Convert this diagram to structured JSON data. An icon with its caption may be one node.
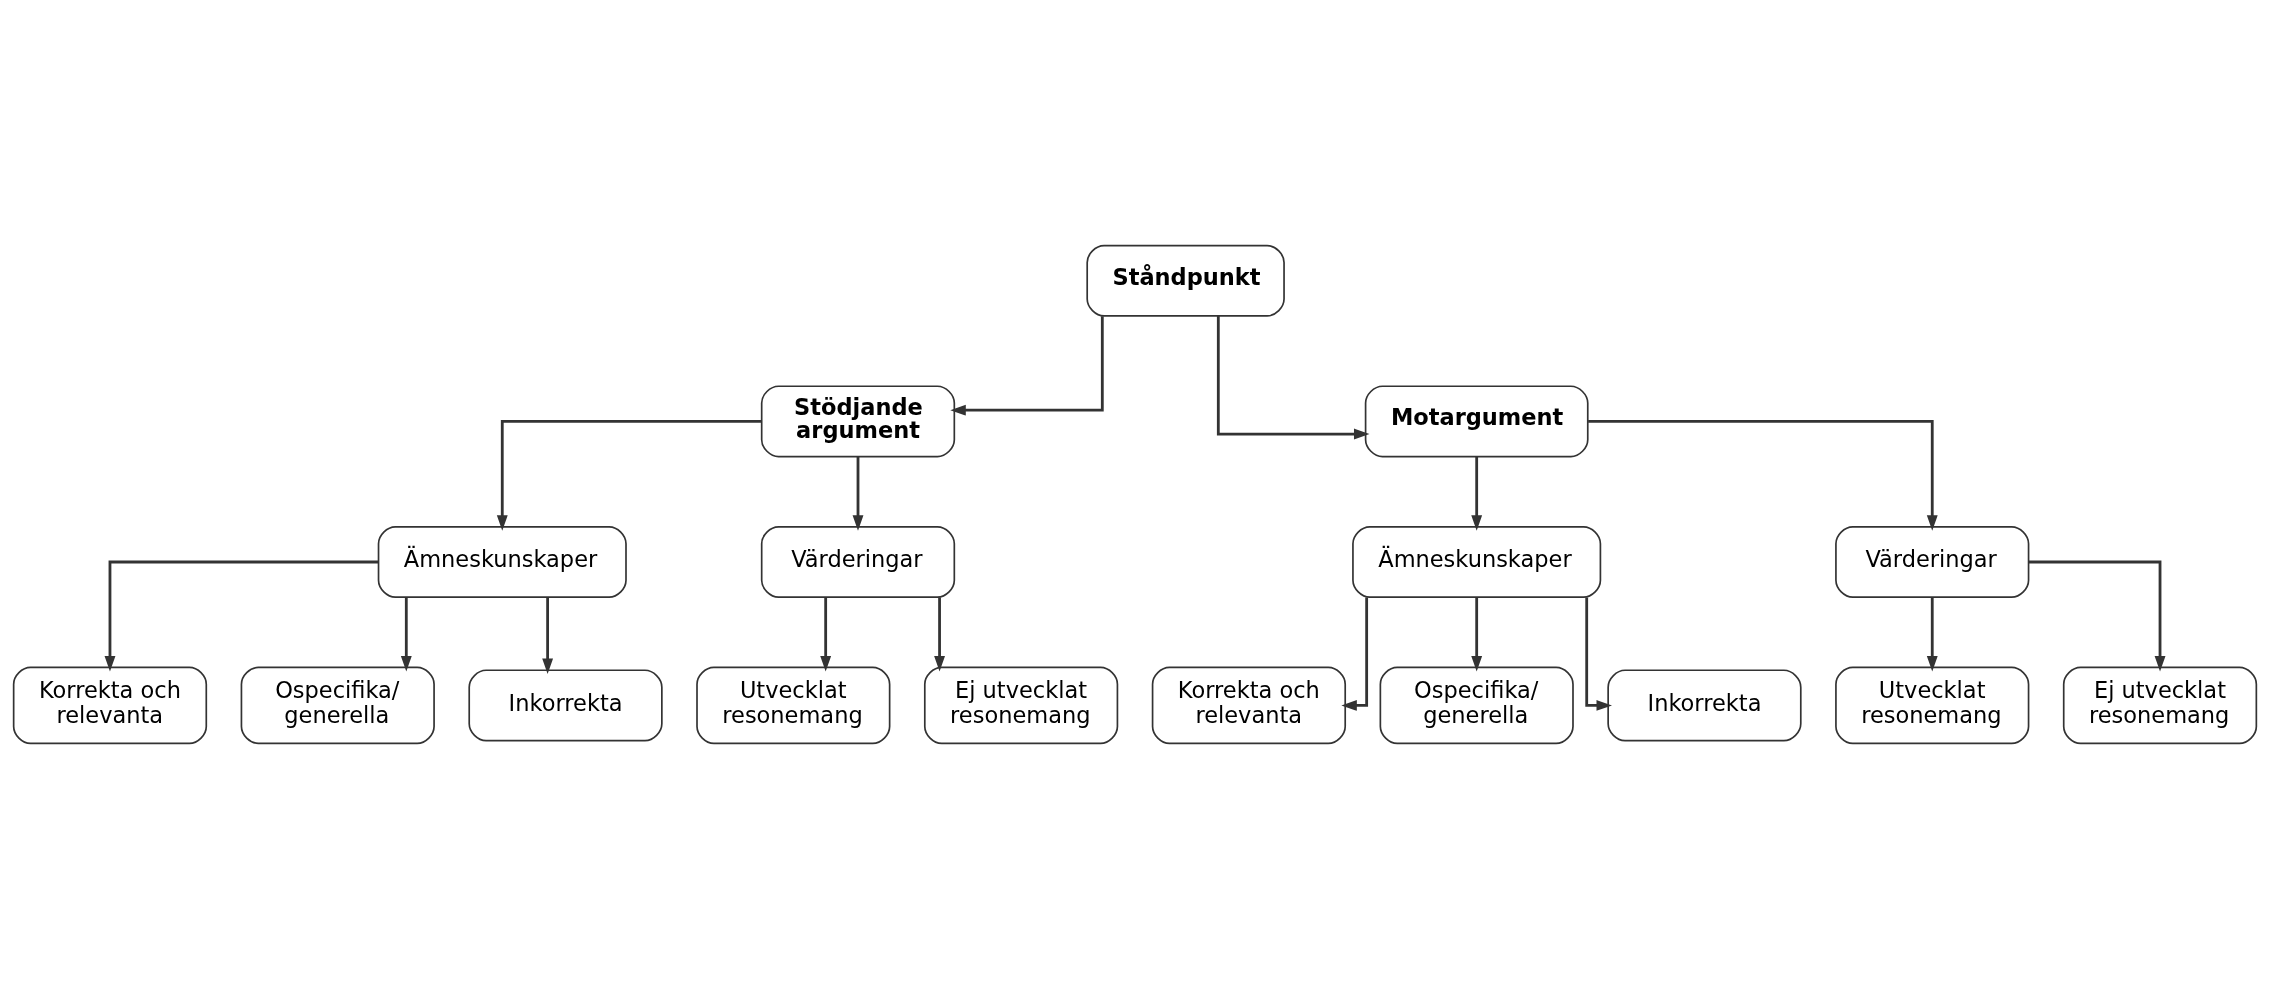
{
  "diagram": {
    "nodes": [
      {
        "text": [
          "Ståndpunkt"
        ]
      },
      {
        "text": [
          "Stödjande argument"
        ]
      },
      {
        "text": [
          "Motargument"
        ]
      },
      {
        "text": [
          "Ämneskunskaper"
        ]
      },
      {
        "text": [
          "Värderingar"
        ]
      },
      {
        "text": [
          "Korrekta och relevanta"
        ]
      },
      {
        "text": [
          "Ospecifika/ generella"
        ]
      },
      {
        "text": [
          "Inkorrekta"
        ]
      },
      {
        "text": [
          "Utvecklat resonemang"
        ]
      },
      {
        "text": [
          "Ej utvecklat resonemang"
        ]
      },
      {
        "text": [
          "Ämneskunskaper"
        ]
      },
      {
        "text": [
          "Värderingar"
        ]
      },
      {
        "text": [
          "Korrekta och relevanta"
        ]
      },
      {
        "text": [
          "Ospecifika/ generella"
        ]
      },
      {
        "text": [
          "Inkorrekta"
        ]
      },
      {
        "text": [
          "Utvecklat resonemang"
        ]
      },
      {
        "text": [
          "Ej utvecklat resonemang"
        ]
      }
    ],
    "edges": [
      {
        "from": 0,
        "to": 1,
        "arrow": "to"
      },
      {
        "from": 0,
        "to": 2,
        "arrow": "to"
      },
      {
        "from": 1,
        "to": 3,
        "arrow": "to"
      },
      {
        "from": 1,
        "to": 4,
        "arrow": "to"
      },
      {
        "from": 3,
        "to": 5,
        "arrow": "to"
      },
      {
        "from": 3,
        "to": 6,
        "arrow": "to"
      },
      {
        "from": 3,
        "to": 7,
        "arrow": "to"
      },
      {
        "from": 4,
        "to": 8,
        "arrow": "to"
      },
      {
        "from": 4,
        "to": 9,
        "arrow": "to"
      },
      {
        "from": 2,
        "to": 10,
        "arrow": "to"
      },
      {
        "from": 2,
        "to": 11,
        "arrow": "to"
      },
      {
        "from": 10,
        "to": 12,
        "arrow": "to"
      },
      {
        "from": 10,
        "to": 13,
        "arrow": "to"
      },
      {
        "from": 10,
        "to": 14,
        "arrow": "to"
      },
      {
        "from": 11,
        "to": 15,
        "arrow": "to"
      },
      {
        "from": 11,
        "to": 16,
        "arrow": "to"
      }
    ]
  }
}
